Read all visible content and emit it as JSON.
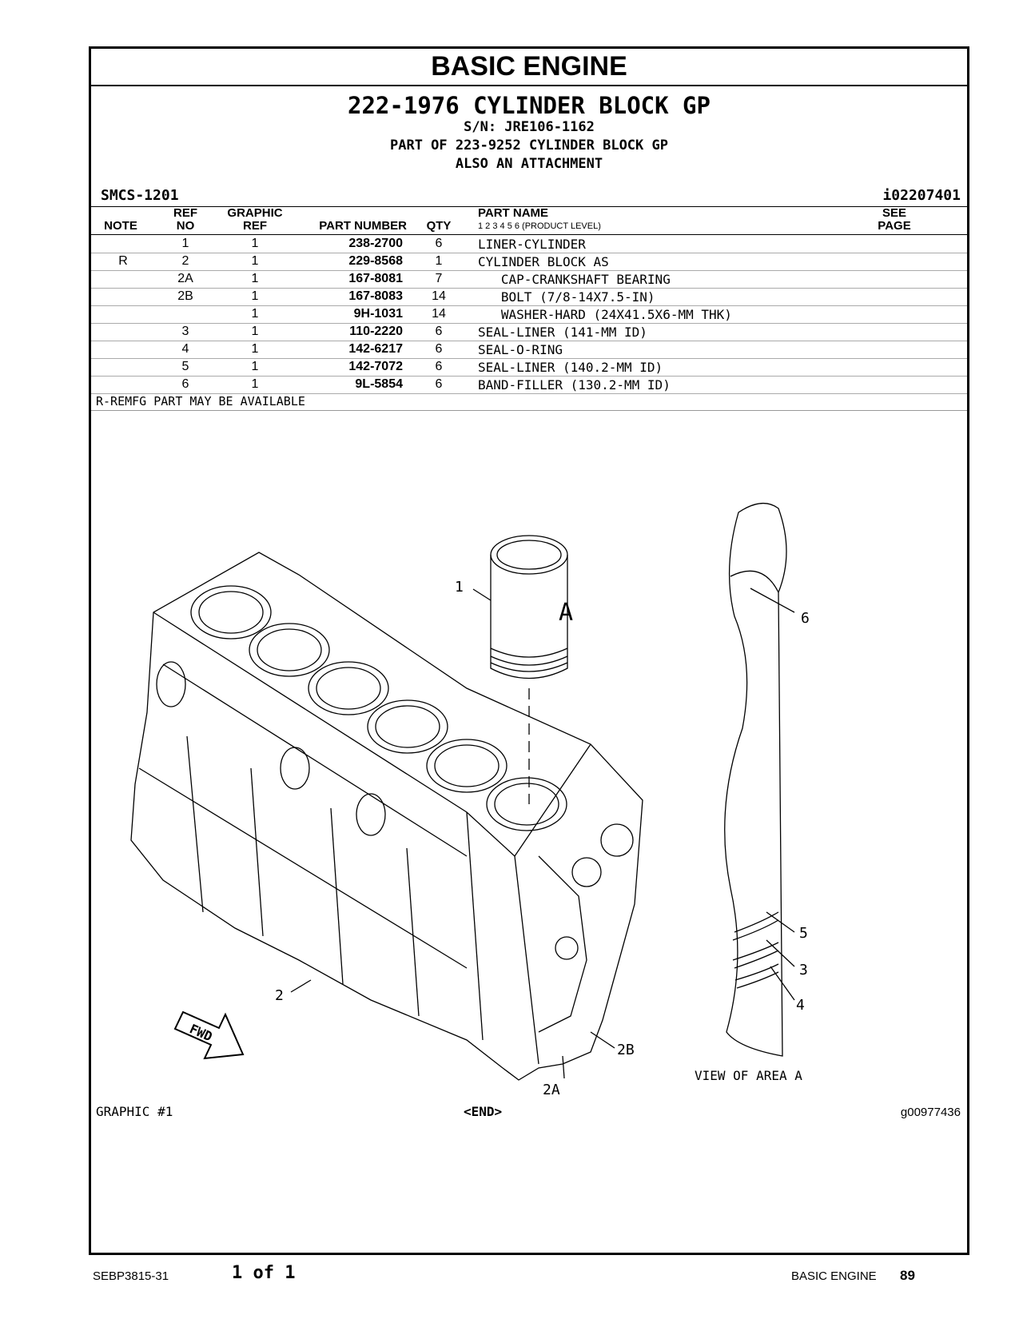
{
  "section_title": "BASIC  ENGINE",
  "group": {
    "title": "222-1976 CYLINDER BLOCK GP",
    "serial": "S/N: JRE106-1162",
    "part_of": "PART OF 223-9252 CYLINDER BLOCK GP",
    "attachment": "ALSO AN ATTACHMENT",
    "smcs": "SMCS-1201",
    "doc_id": "i02207401"
  },
  "table": {
    "headers": {
      "note": "NOTE",
      "ref_top": "REF",
      "ref_bottom": "NO",
      "graphic_top": "GRAPHIC",
      "graphic_bottom": "REF",
      "part_number": "PART NUMBER",
      "qty": "QTY",
      "part_name": "PART NAME",
      "product_level": "1   2   3   4   5   6   (PRODUCT LEVEL)",
      "see_top": "SEE",
      "see_bottom": "PAGE"
    },
    "rows": [
      {
        "note": "",
        "ref": "1",
        "graphic": "1",
        "part_number": "238-2700",
        "qty": "6",
        "name": "LINER-CYLINDER"
      },
      {
        "note": "R",
        "ref": "2",
        "graphic": "1",
        "part_number": "229-8568",
        "qty": "1",
        "name": "CYLINDER BLOCK AS"
      },
      {
        "note": "",
        "ref": "2A",
        "graphic": "1",
        "part_number": "167-8081",
        "qty": "7",
        "name": "   CAP-CRANKSHAFT BEARING"
      },
      {
        "note": "",
        "ref": "2B",
        "graphic": "1",
        "part_number": "167-8083",
        "qty": "14",
        "name": "   BOLT (7/8-14X7.5-IN)"
      },
      {
        "note": "",
        "ref": "",
        "graphic": "1",
        "part_number": "9H-1031",
        "qty": "14",
        "name": "   WASHER-HARD (24X41.5X6-MM THK)"
      },
      {
        "note": "",
        "ref": "3",
        "graphic": "1",
        "part_number": "110-2220",
        "qty": "6",
        "name": "SEAL-LINER (141-MM ID)"
      },
      {
        "note": "",
        "ref": "4",
        "graphic": "1",
        "part_number": "142-6217",
        "qty": "6",
        "name": "SEAL-O-RING"
      },
      {
        "note": "",
        "ref": "5",
        "graphic": "1",
        "part_number": "142-7072",
        "qty": "6",
        "name": "SEAL-LINER (140.2-MM ID)"
      },
      {
        "note": "",
        "ref": "6",
        "graphic": "1",
        "part_number": "9L-5854",
        "qty": "6",
        "name": "BAND-FILLER (130.2-MM ID)"
      }
    ],
    "remfg_note": "R-REMFG PART MAY BE AVAILABLE"
  },
  "graphic": {
    "callouts": {
      "c1": "1",
      "cA": "A",
      "c2": "2",
      "c2A": "2A",
      "c2B": "2B",
      "c3": "3",
      "c4": "4",
      "c5": "5",
      "c6": "6",
      "fwd": "FWD"
    },
    "view_label": "VIEW OF AREA A",
    "label": "GRAPHIC #1",
    "end": "<END>",
    "id": "g00977436"
  },
  "footer": {
    "doc": "SEBP3815-31",
    "pages": "1 of 1",
    "section": "BASIC ENGINE",
    "page_number": "89"
  }
}
